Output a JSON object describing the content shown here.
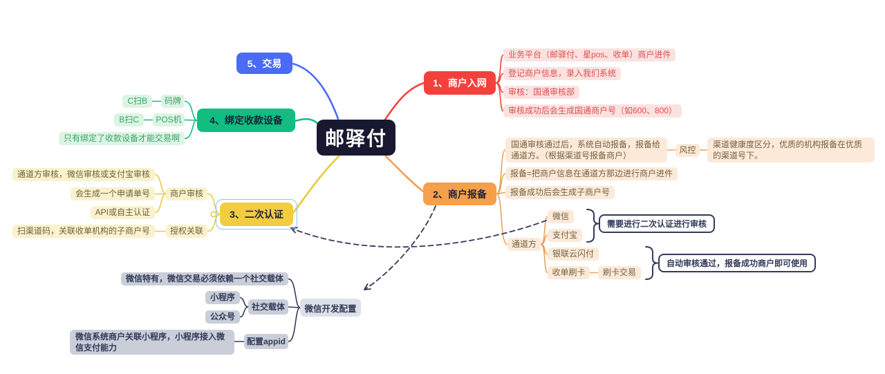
{
  "root": {
    "label": "邮驿付"
  },
  "branches": {
    "onboard": {
      "label": "1、商户入网",
      "items": [
        "业务平台（邮驿付、星pos、收单）商户进件",
        "登记商户信息，录入我们系统",
        "审核：国通审核部",
        "审核成功后会生成国通商户号（如600、800）"
      ]
    },
    "report": {
      "label": "2、商户报备",
      "auto_note": "国通审核通过后，系统自动报备，报备给通道方。（根据渠道号报备商户）",
      "risk": "风控",
      "risk_note": "渠道健康度区分，优质的机构报备在优质的渠道号下。",
      "define_note": "报备=把商户信息在通道方那边进行商户进件",
      "sub_note": "报备成功后会生成子商户号",
      "channel": "通道方",
      "channel_children": [
        "微信",
        "支付宝",
        "银联云闪付",
        "收单刷卡"
      ],
      "swipe": "刷卡交易",
      "callout_secondary": "需要进行二次认证进行审核",
      "callout_auto": "自动审核通过，报备成功商户即可使用"
    },
    "auth": {
      "label": "3、二次认证",
      "merchant_review": "商户审核",
      "review_items": [
        "通道方审核，微信审核或支付宝审核",
        "会生成一个申请单号",
        "API或自主认证"
      ],
      "auth_link": "授权关联",
      "auth_item": "扫渠道码，关联收单机构的子商户号"
    },
    "bind": {
      "label": "4、绑定收款设备",
      "qr": "码牌",
      "qr_from": "C扫B",
      "pos": "POS机",
      "pos_from": "B扫C",
      "note": "只有绑定了收款设备才能交易啊"
    },
    "trade": {
      "label": "5、交易"
    }
  },
  "wechat_dev": {
    "label": "微信开发配置",
    "note": "微信特有，微信交易必须依赖一个社交载体",
    "social": "社交载体",
    "social_children": [
      "小程序",
      "公众号"
    ],
    "appid": "配置appid",
    "appid_note": "微信系统商户关联小程序，小程序接入微信支付能力"
  },
  "colors": {
    "center": "#181830",
    "ink": "#323a5c",
    "red": "#f4403d",
    "red_light": "#fbe2e1",
    "red_text": "#d8504d",
    "orange": "#f5a04b",
    "orange_line": "#eba257",
    "orange_light": "#fbead9",
    "orange_text": "#775f3e",
    "yellow": "#f3cc3f",
    "yellow_line": "#e9cb3a",
    "yellow_light": "#f9f2cd",
    "yellow_text": "#6a613a",
    "green": "#12bd80",
    "green_light": "#dcf4e3",
    "green_text": "#3aa36b",
    "blue": "#4a6bf3",
    "gray_root": "#dde0e8",
    "gray_child": "#c9ced9",
    "gray_text": "#333a58",
    "select": "#8cc4f8"
  }
}
